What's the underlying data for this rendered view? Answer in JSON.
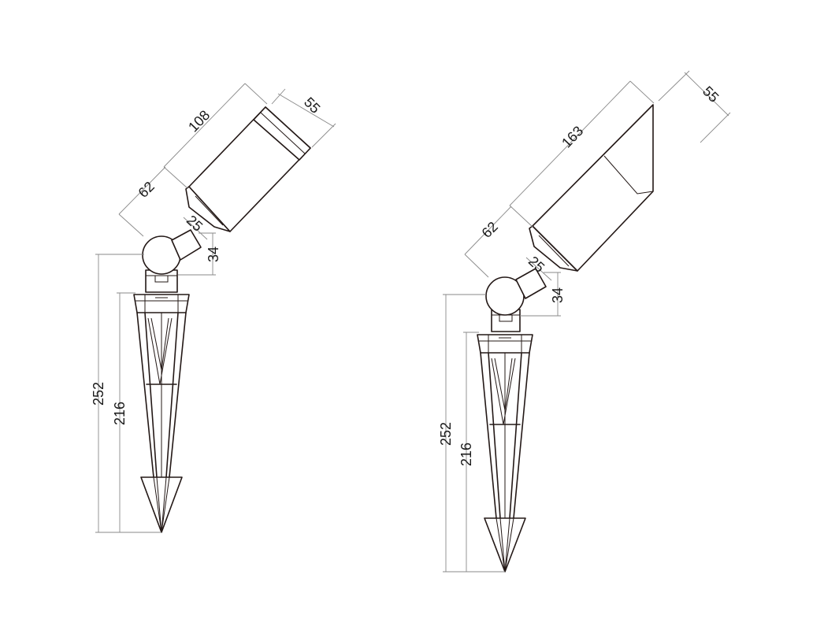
{
  "figure_left": {
    "dimensions": {
      "body_length": "108",
      "body_diameter": "55",
      "shroud_length": "62",
      "neck_diameter": "25",
      "knuckle_height": "34",
      "overall_height": "252",
      "stake_length": "216"
    }
  },
  "figure_right": {
    "dimensions": {
      "body_length": "163",
      "body_diameter": "55",
      "shroud_length": "62",
      "neck_diameter": "25",
      "knuckle_height": "34",
      "overall_height": "252",
      "stake_length": "216"
    }
  },
  "colors": {
    "outline": "#231816",
    "dimension_line": "#8a8a8a",
    "background": "#ffffff"
  }
}
